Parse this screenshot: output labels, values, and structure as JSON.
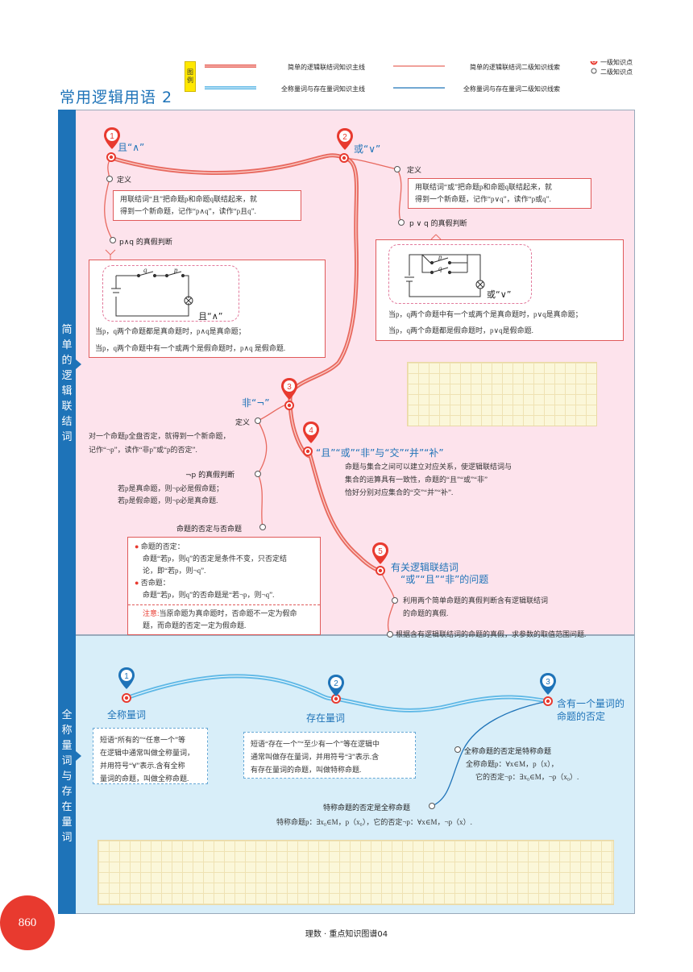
{
  "title": "常用逻辑用语 2",
  "legend": {
    "badge": "图例",
    "main1": "简单的逻辑联结词知识主线",
    "sec1": "简单的逻辑联结词二级知识线索",
    "main2": "全称量词与存在量词知识主线",
    "sec2": "全称量词与存在量词二级知识线索",
    "lv1": "一级知识点",
    "lv2": "二级知识点"
  },
  "sidebar": {
    "top": "简单的逻辑联结词",
    "bottom": "全称量词与存在量词"
  },
  "and": {
    "num": "1",
    "title": "且“∧”",
    "def_label": "定义",
    "def_text1": "用联结词“且”把命题p和命题q联结起来，就",
    "def_text2": "得到一个新命题，记作“p∧q”，读作“p且q”.",
    "truth_label": "p∧q 的真假判断",
    "circuit_label": "且“∧”",
    "circuit_p": "p",
    "circuit_q": "q",
    "rule1": "当p，q两个命题都是真命题时，p∧q是真命题；",
    "rule2": "当p，q两个命题中有一个或两个是假命题时，p∧q 是假命题."
  },
  "or": {
    "num": "2",
    "title": "或“∨”",
    "def_label": "定义",
    "def_text1": "用联结词“或”把命题p和命题q联结起来，就",
    "def_text2": "得到一个新命题，记作“p∨q”，读作“p或q”.",
    "truth_label": "p ∨ q 的真假判断",
    "circuit_label": "或“∨”",
    "circuit_p": "p",
    "circuit_q": "q",
    "rule1": "当p，q两个命题中有一个或两个是真命题时，p∨q是真命题；",
    "rule2": "当p，q两个命题都是假命题时，p∨q是假命题."
  },
  "not": {
    "num": "3",
    "title": "非“¬”",
    "def_label": "定义",
    "def_text1": "对一个命题p全盘否定，就得到一个新命题，",
    "def_text2": "记作“¬p”，读作“非p”或“p的否定”.",
    "truth_label": "¬p 的真假判断",
    "truth1": "若p是真命题，则¬p必是假命题；",
    "truth2": "若p是假命题，则¬p必是真命题.",
    "neg_label": "命题的否定与否命题",
    "neg_h1": "命题的否定：",
    "neg_t1": "命题“若p，则q”的否定是条件不变，只否定结",
    "neg_t2": "论，即“若p，则¬q”.",
    "neg_h2": "否命题：",
    "neg_t3": "命题“若p，则q”的否命题是“若¬p，则¬q”.",
    "note_tag": "注意:",
    "note1": "当原命题为真命题时，否命题不一定为假命",
    "note2": "题，而命题的否定一定为假命题."
  },
  "set": {
    "num": "4",
    "title": "“且”“或”“非”与“交”“并”“补”",
    "t1": "命题与集合之间可以建立对应关系，使逻辑联结词与",
    "t2": "集合的运算具有一致性，命题的“且”“或”“非”",
    "t3": "恰好分别对应集合的“交”“并”“补”."
  },
  "prob": {
    "num": "5",
    "title1": "有关逻辑联结词",
    "title2": "“或”“且”“非”的问题",
    "i1a": "利用两个简单命题的真假判断含有逻辑联结词",
    "i1b": "的命题的真假.",
    "i2": "根据含有逻辑联结词的命题的真假，求参数的取值范围问题."
  },
  "univ": {
    "num": "1",
    "title": "全称量词",
    "t1": "短语“所有的”“任意一个”等",
    "t2": "在逻辑中通常叫做全称量词，",
    "t3": "并用符号“∀”表示.含有全称",
    "t4": "量词的命题，叫做全称命题."
  },
  "exist": {
    "num": "2",
    "title": "存在量词",
    "t1": "短语“存在一个”“至少有一个”等在逻辑中",
    "t2": "通常叫做存在量词，并用符号“∃”表示.含",
    "t3": "有存在量词的命题，叫做特称命题."
  },
  "negq": {
    "num": "3",
    "title1": "含有一个量词的",
    "title2": "命题的否定",
    "a_label": "全称命题的否定是特称命题",
    "a1": "全称命题p：∀x∈M，p（x），",
    "a2": "它的否定¬p：∃x₀∈M，¬p（x₀）.",
    "b_label": "特称命题的否定是全称命题",
    "b1": "特称命题p：∃x₀∈M，p（x₀），它的否定¬p：∀x∈M，¬p（x）."
  },
  "page_number": "860",
  "footer": "理数 · 重点知识图谱04",
  "colors": {
    "main_red": "#e8695f",
    "main_blue": "#5fb8e6",
    "title_blue": "#1e73b8",
    "pink_bg": "#fde3ec",
    "blue_bg": "#d8eef9"
  }
}
